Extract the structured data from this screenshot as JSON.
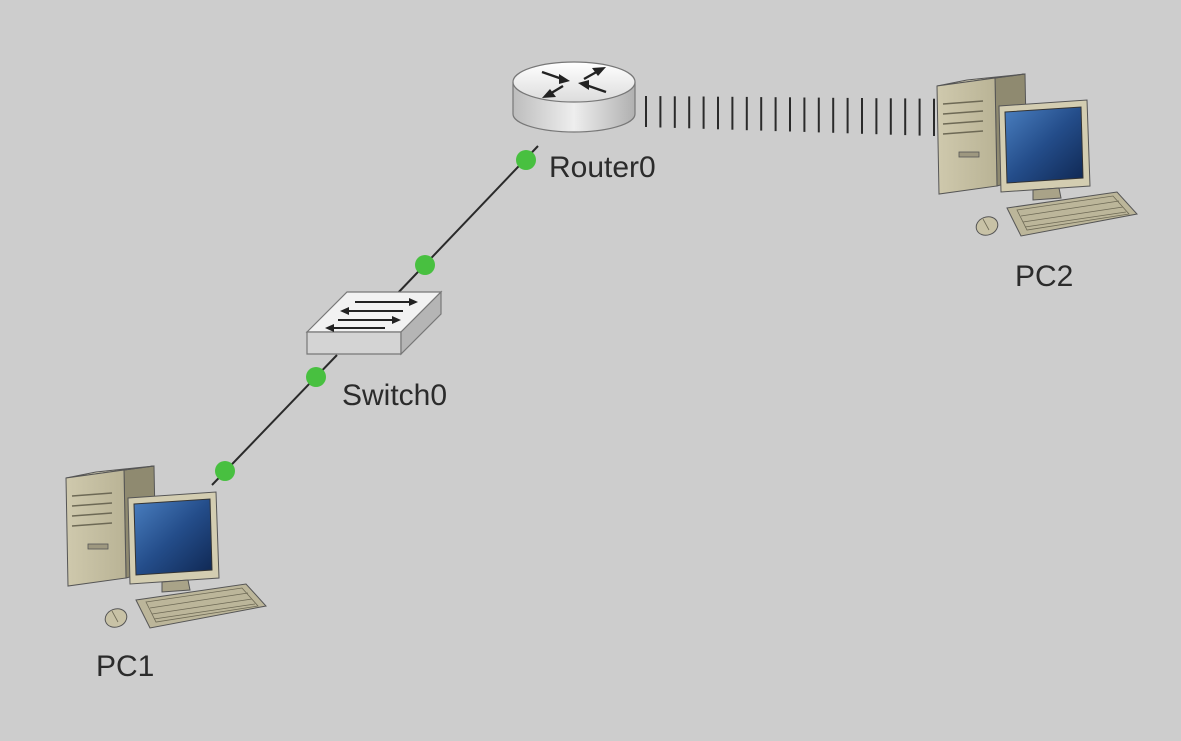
{
  "devices": {
    "router0": {
      "label": "Router0",
      "type": "router"
    },
    "switch0": {
      "label": "Switch0",
      "type": "switch"
    },
    "pc1": {
      "label": "PC1",
      "type": "pc"
    },
    "pc2": {
      "label": "PC2",
      "type": "pc"
    }
  },
  "links": [
    {
      "from": "PC1",
      "to": "Switch0",
      "medium": "copper straight-through",
      "status": "up"
    },
    {
      "from": "Switch0",
      "to": "Router0",
      "medium": "copper straight-through",
      "status": "up"
    },
    {
      "from": "Router0",
      "to": "PC2",
      "medium": "unconnected (dashed)",
      "status": "none"
    }
  ],
  "colors": {
    "background": "#cdcdcd",
    "link_up": "#48c040",
    "cable": "#2a2a2a",
    "label": "#2b2b2b"
  }
}
